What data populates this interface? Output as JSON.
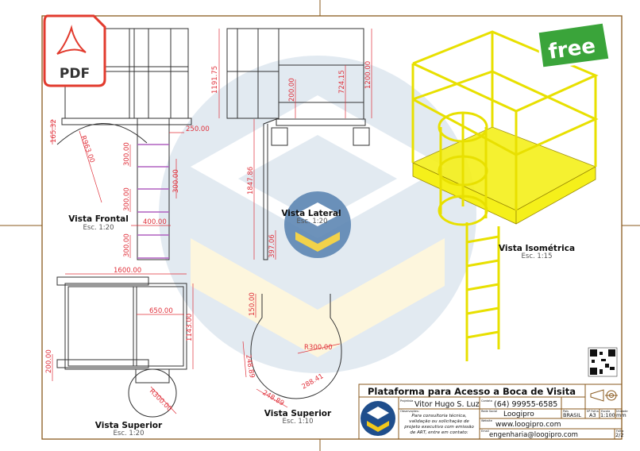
{
  "badges": {
    "pdf_label": "PDF",
    "free_label": "free"
  },
  "views": {
    "frontal": {
      "title": "Vista Frontal",
      "scale": "Esc. 1:20"
    },
    "lateral": {
      "title": "Vista Lateral",
      "scale": "Esc. 1:20"
    },
    "isometric": {
      "title": "Vista Isométrica",
      "scale": "Esc. 1:15"
    },
    "top_20": {
      "title": "Vista Superior",
      "scale": "Esc. 1:20"
    },
    "top_10": {
      "title": "Vista Superior",
      "scale": "Esc. 1:10"
    }
  },
  "dimensions": {
    "frontal": [
      "165.32",
      "R963.00",
      "250.00",
      "300.00",
      "300.00",
      "300.00",
      "400.00",
      "300.00"
    ],
    "lateral": [
      "1191.75",
      "200.00",
      "724.15",
      "1200.00",
      "1847.86",
      "397.06"
    ],
    "top_20": [
      "1600.00",
      "650.00",
      "1143.00",
      "200.00",
      "R300.00"
    ],
    "top_10": [
      "150.00",
      "R300.00",
      "248.89",
      "288.41",
      "248.89"
    ]
  },
  "title_block": {
    "title": "Plataforma para Acesso a Boca de Visita",
    "author_label": "Projetista",
    "author": "Vitor Hugo S. Luz",
    "phone_label": "Contato",
    "phone": "(64) 99955-6585",
    "notes_label": "Observações:",
    "notes": [
      "Para consultoria técnica,",
      "validação ou solicitação de",
      "projeto executivo com emissão",
      "de ART, entre em contato:"
    ],
    "company_label": "Rede Social",
    "company": "Loogipro",
    "site_label": "Website",
    "site": "www.loogipro.com",
    "email_label": "Email",
    "email": "engenharia@loogipro.com",
    "country_label": "País",
    "country": "BRASIL",
    "format_label": "Nº Folha",
    "format": "A3",
    "scale_label": "Escala",
    "scale": "1:100",
    "unit_label": "Unidade",
    "unit": "mm",
    "sheet_label": "Folha",
    "sheet": "2/2"
  },
  "colors": {
    "frame": "#8a5a1e",
    "dimension": "#e0303a",
    "structure": "#f5f01a",
    "pdf_red": "#e23b2e",
    "free_green": "#3aa43a"
  }
}
